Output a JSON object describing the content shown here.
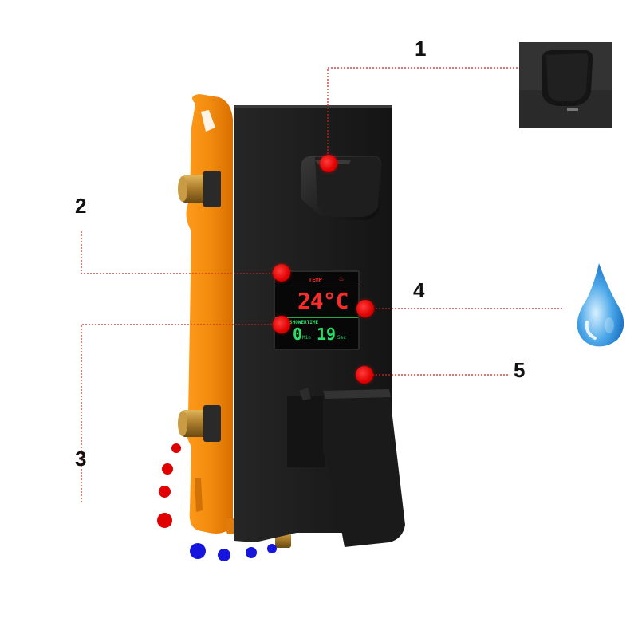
{
  "callouts": [
    {
      "number": "1"
    },
    {
      "number": "2"
    },
    {
      "number": "3"
    },
    {
      "number": "4"
    },
    {
      "number": "5"
    }
  ],
  "display": {
    "temp_label": "TEMP",
    "temperature": "24°C",
    "showertime_label": "SHOWERTIME",
    "minutes": "0",
    "min_unit": "Min",
    "seconds": "19",
    "sec_unit": "Sec"
  },
  "colors": {
    "panel": "#1c1c1c",
    "housing": "#f28c0f",
    "callout_red": "#e00000",
    "cold_blue": "#1a1ad8",
    "lcd_red": "#ff2a2a",
    "lcd_green": "#27e06a"
  }
}
